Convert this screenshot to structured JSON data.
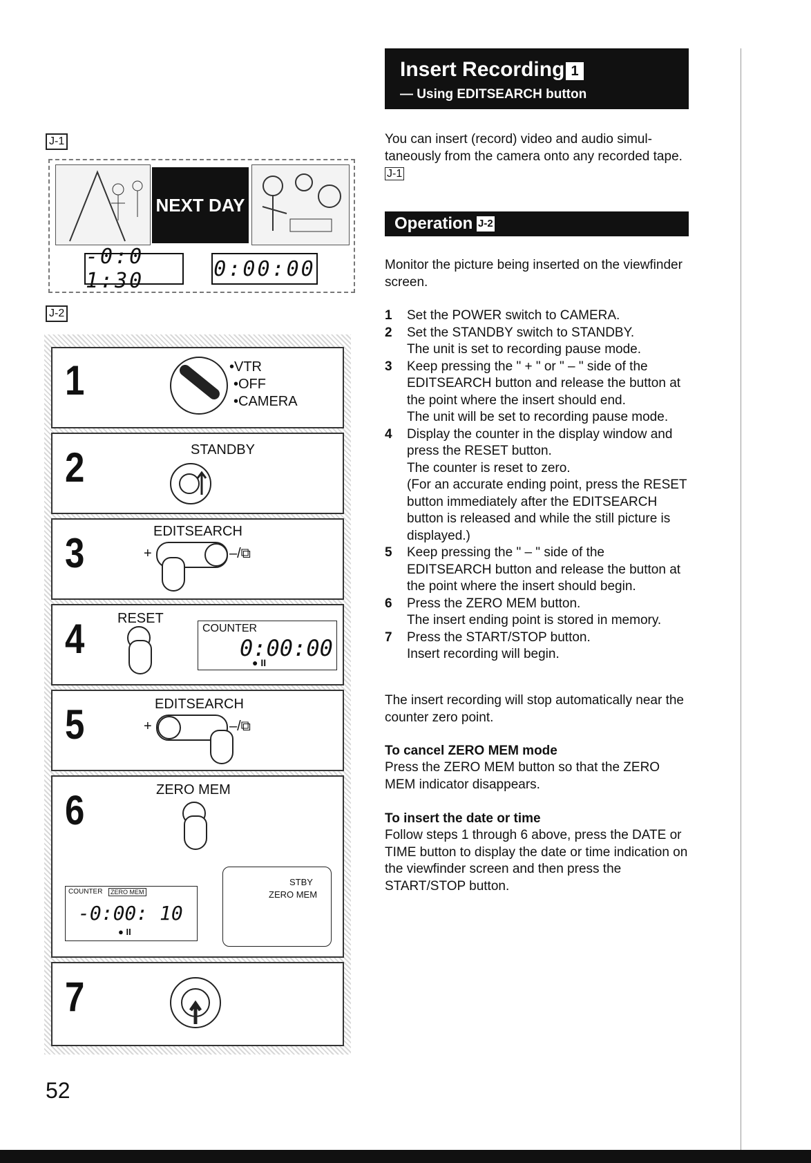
{
  "left": {
    "tag_j1": "J-1",
    "tag_j2": "J-2",
    "scene": {
      "caption": "NEXT DAY",
      "counter_left": "-0:0 1:30",
      "counter_right": "0:00:00"
    },
    "steps": [
      {
        "num": "1",
        "labels": [
          "•VTR",
          "•OFF",
          "•CAMERA"
        ]
      },
      {
        "num": "2",
        "label": "STANDBY"
      },
      {
        "num": "3",
        "label": "EDITSEARCH",
        "plus": "+",
        "minus": "–/⧉"
      },
      {
        "num": "4",
        "label": "RESET",
        "counter_label": "COUNTER",
        "counter_value": "0:00:00",
        "counter_status": "● II"
      },
      {
        "num": "5",
        "label": "EDITSEARCH",
        "plus": "+",
        "minus": "–/⧉"
      },
      {
        "num": "6",
        "label": "ZERO MEM",
        "lcd_label": "COUNTER",
        "lcd_badge": "ZERO MEM",
        "lcd_value": "-0:00: 10",
        "lcd_status": "● II",
        "vf_stby": "STBY",
        "vf_zero": "ZERO MEM"
      },
      {
        "num": "7"
      }
    ],
    "page_number": "52"
  },
  "right": {
    "title": "Insert Recording",
    "title_badge": "1",
    "subtitle": "— Using EDITSEARCH button",
    "intro": "You can insert (record) video and audio simul-taneously from the camera onto any recorded tape.",
    "intro_tag": "J-1",
    "operation": "Operation",
    "operation_tag": "J-2",
    "monitor": "Monitor the picture being inserted on the viewfinder screen.",
    "steps": [
      {
        "n": "1",
        "text": "Set the POWER switch to CAMERA."
      },
      {
        "n": "2",
        "text": "Set the STANDBY switch to STANDBY.",
        "sub": "The unit is set to recording pause mode."
      },
      {
        "n": "3",
        "text": "Keep pressing the \" + \" or \" – \" side of the EDITSEARCH button and release the button at the point where the insert should end.",
        "sub": "The unit will be set to recording pause mode."
      },
      {
        "n": "4",
        "text": "Display the counter in the display window and press the RESET button.",
        "sub": "The counter is reset to zero.",
        "sub2": "(For an accurate ending point, press the RESET button immediately after the EDITSEARCH button is released and while the still picture is displayed.)"
      },
      {
        "n": "5",
        "text": "Keep pressing the \" – \" side of the EDITSEARCH button and release the button at the point where the insert should begin."
      },
      {
        "n": "6",
        "text": "Press the ZERO MEM button.",
        "sub": "The insert ending point is stored in memory."
      },
      {
        "n": "7",
        "text": "Press the START/STOP button.",
        "sub": "Insert recording will begin."
      }
    ],
    "auto_stop": "The insert recording will stop automatically near the counter zero point.",
    "cancel_head": "To cancel ZERO MEM mode",
    "cancel_text": "Press the ZERO MEM button so that the ZERO MEM indicator disappears.",
    "date_head": "To insert the date or time",
    "date_text": "Follow steps 1 through 6 above, press the DATE or TIME button to display the date or time indication on the viewfinder screen and then press the START/STOP button."
  }
}
